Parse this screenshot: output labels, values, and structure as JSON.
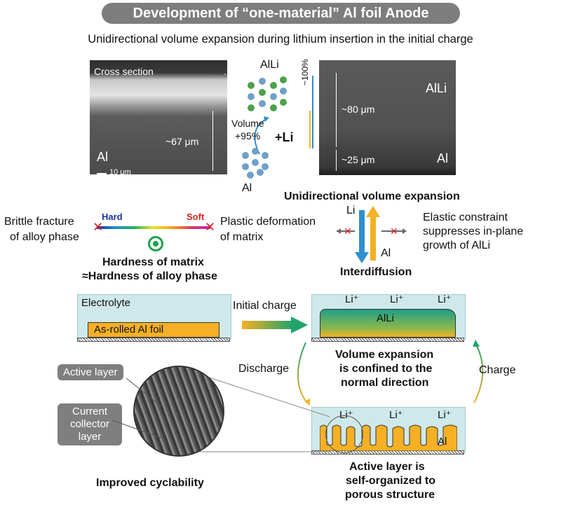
{
  "header": {
    "title": "Development of “one-material” Al foil Anode",
    "subtitle": "Unidirectional volume expansion during lithium insertion in the initial charge"
  },
  "left_micrograph": {
    "label_cross_section": "Cross section",
    "label_al": "Al",
    "label_thickness": "~67 μm",
    "scale_bar": "10 μm"
  },
  "crystal": {
    "label_alli": "AlLi",
    "label_al": "Al",
    "volume_text_1": "Volume",
    "volume_text_2": "+95%",
    "plus_li": "+Li"
  },
  "right_micrograph": {
    "label_alli": "AlLi",
    "label_al": "Al",
    "label_top": "~80 μm",
    "label_bottom": "~25 μm",
    "label_expansion": "~100%"
  },
  "hardness": {
    "left_1": "Brittle fracture",
    "left_2": "of alloy phase",
    "hard": "Hard",
    "soft": "Soft",
    "right_1": "Plastic deformation",
    "right_2": "of matrix",
    "result_1": "Hardness of matrix",
    "result_2": "≈Hardness of alloy phase"
  },
  "interdiffusion": {
    "title": "Unidirectional volume expansion",
    "li": "Li",
    "al": "Al",
    "constraint_1": "Elastic constraint",
    "constraint_2": "suppresses in-plane",
    "constraint_3": "growth of AlLi",
    "caption": "Interdiffusion"
  },
  "process": {
    "electrolyte": "Electrolyte",
    "foil": "As-rolled Al foil",
    "initial_charge": "Initial charge",
    "alli": "AlLi",
    "li_plus": "Li⁺",
    "expansion_1": "Volume expansion",
    "expansion_2": "is confined to the",
    "expansion_3": "normal direction",
    "discharge": "Discharge",
    "charge": "Charge",
    "porous_al": "Al",
    "porous_1": "Active layer is",
    "porous_2": "self-organized to",
    "porous_3": "porous structure"
  },
  "sem_inset": {
    "active_layer": "Active layer",
    "current_1": "Current",
    "current_2": "collector",
    "current_3": "layer",
    "improved": "Improved cyclability"
  },
  "colors": {
    "orange": "#f5b025",
    "blue": "#2f8fcf",
    "teal": "#1f9e86",
    "green": "#22a36a",
    "red": "#d8231f",
    "electrolyte": "#cfe9ea"
  }
}
